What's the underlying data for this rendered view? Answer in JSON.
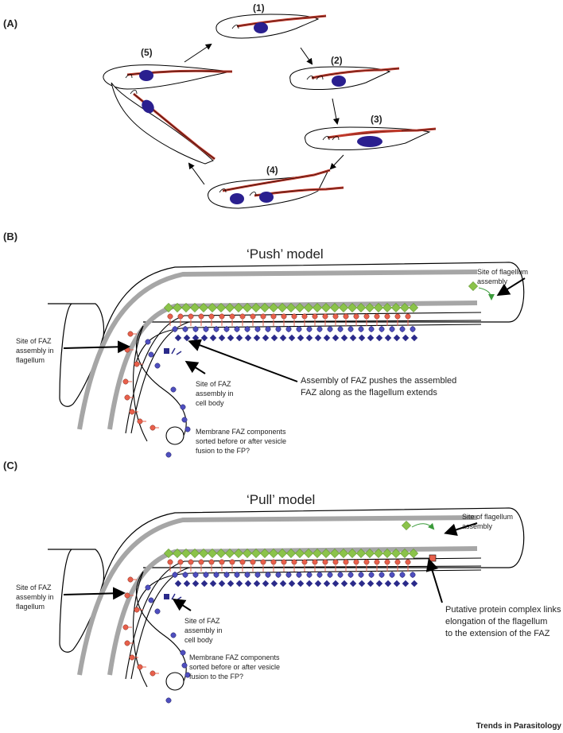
{
  "panelA": {
    "label": "(A)",
    "stages": [
      "(1)",
      "(2)",
      "(3)",
      "(4)",
      "(5)"
    ]
  },
  "panelB": {
    "label": "(B)",
    "title": "‘Push’ model",
    "flagellum_site": [
      "Site of flagellum",
      "assembly"
    ],
    "faz_flagellum_site": [
      "Site of FAZ",
      "assembly in",
      "flagellum"
    ],
    "faz_cellbody_site": [
      "Site of FAZ",
      "assembly in",
      "cell body"
    ],
    "push_note": [
      "Assembly of FAZ pushes the assembled",
      "FAZ along as the flagellum extends"
    ],
    "membrane_note": [
      "Membrane FAZ components",
      "sorted before or after vesicle",
      "fusion to the FP?"
    ]
  },
  "panelC": {
    "label": "(C)",
    "title": "‘Pull’ model",
    "flagellum_site": [
      "Site of flagellum",
      "assembly"
    ],
    "faz_flagellum_site": [
      "Site of FAZ",
      "assembly in",
      "flagellum"
    ],
    "faz_cellbody_site": [
      "Site of FAZ",
      "assembly in",
      "cell body"
    ],
    "pull_note": [
      "Putative protein complex links",
      "elongation of the flagellum",
      "to the extension of the FAZ"
    ],
    "membrane_note": [
      "Membrane FAZ components",
      "sorted before or after vesicle",
      "fusion to the FP?"
    ]
  },
  "footer": "Trends in Parasitology",
  "colors": {
    "nucleus": "#2a1f8f",
    "flagellum_red": "#c0392b",
    "faz_red": "#e8604c",
    "faz_blue": "#4f4fbf",
    "faz_dark_blue": "#2a2a8a",
    "flagellum_green": "#8bc34a",
    "microtubule_grey": "#a6a6a6"
  }
}
